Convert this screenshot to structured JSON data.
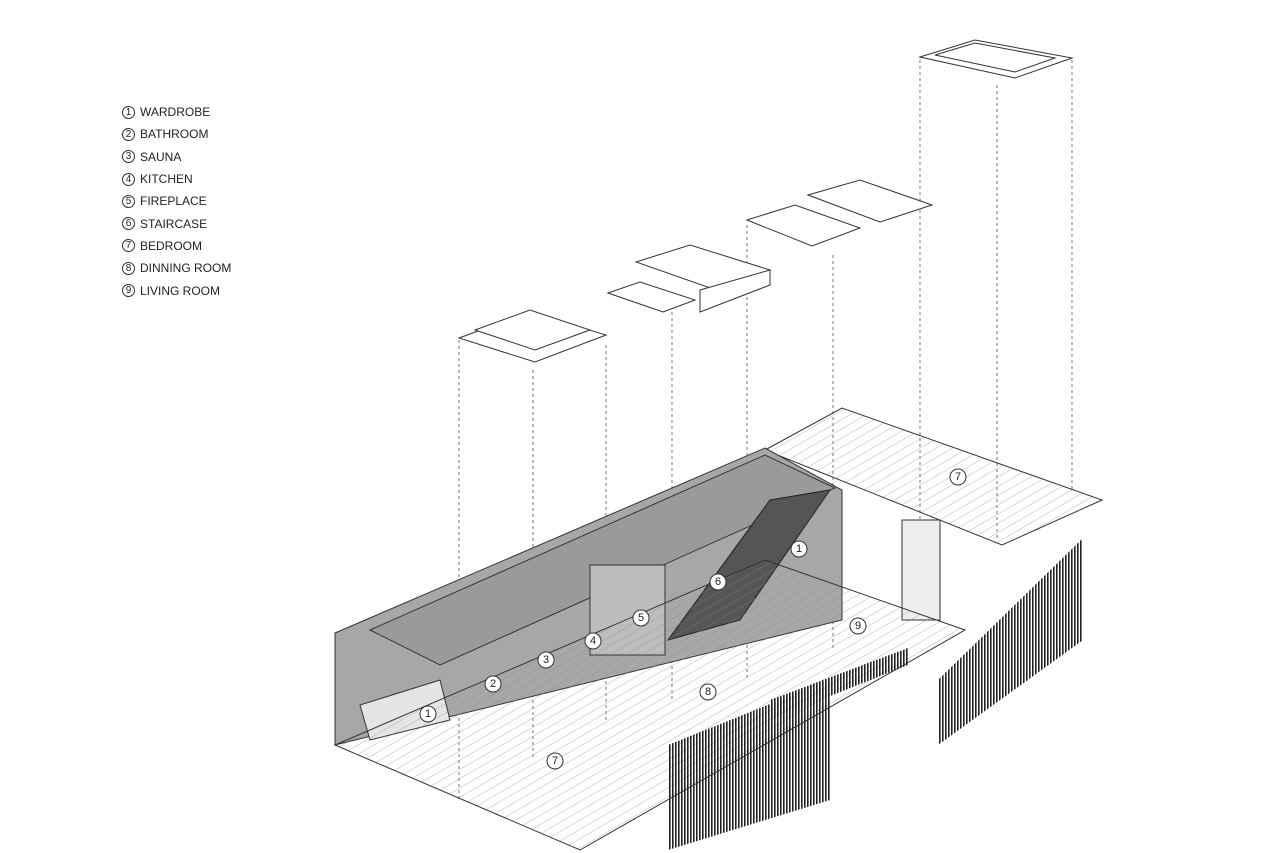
{
  "legend": [
    {
      "num": "1",
      "label": "WARDROBE"
    },
    {
      "num": "2",
      "label": "BATHROOM"
    },
    {
      "num": "3",
      "label": "SAUNA"
    },
    {
      "num": "4",
      "label": "KITCHEN"
    },
    {
      "num": "5",
      "label": "FIREPLACE"
    },
    {
      "num": "6",
      "label": "STAIRCASE"
    },
    {
      "num": "7",
      "label": "BEDROOM"
    },
    {
      "num": "8",
      "label": "DINNING ROOM"
    },
    {
      "num": "9",
      "label": "LIVING ROOM"
    }
  ],
  "markers": [
    "1",
    "2",
    "3",
    "4",
    "5",
    "6",
    "1",
    "7",
    "9",
    "8",
    "7"
  ]
}
